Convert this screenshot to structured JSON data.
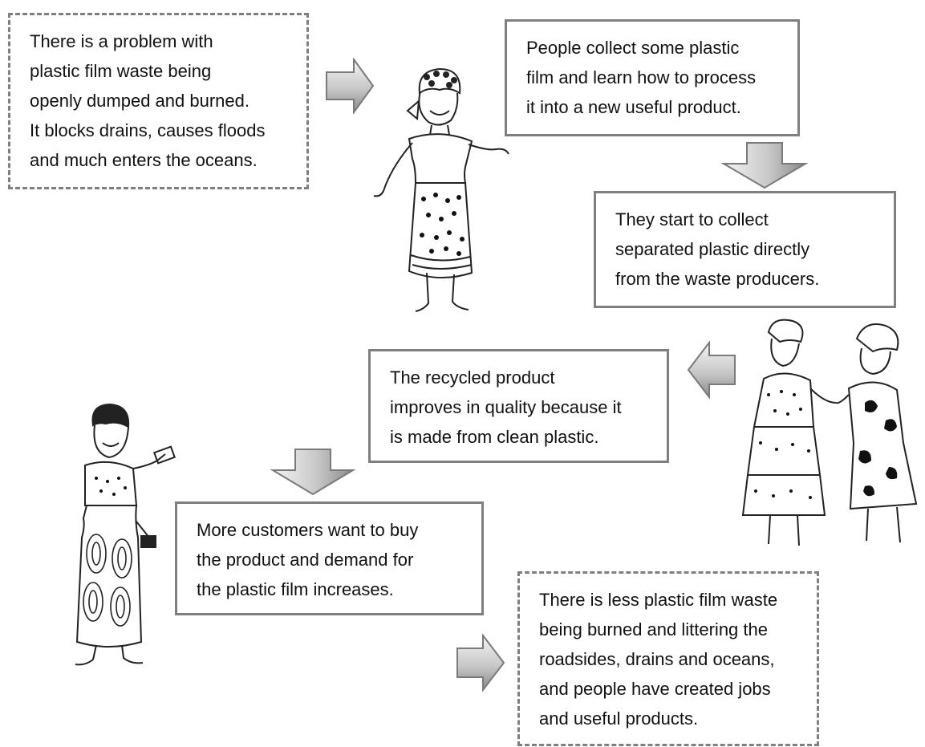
{
  "boxes": {
    "problem": {
      "lines": [
        "There is a problem with",
        "plastic film waste being",
        "openly dumped and burned.",
        "It blocks drains, causes floods",
        "and much enters the oceans."
      ]
    },
    "collect": {
      "lines": [
        "People collect some plastic",
        "film and learn how to process",
        "it into a new useful product."
      ]
    },
    "separate": {
      "lines": [
        "They start to collect",
        "separated plastic directly",
        "from the waste producers."
      ]
    },
    "quality": {
      "lines": [
        "The recycled product",
        "improves in quality because it",
        "is made from clean plastic."
      ]
    },
    "demand": {
      "lines": [
        "More customers want to buy",
        "the product and demand for",
        "the plastic film increases."
      ]
    },
    "outcome": {
      "lines": [
        "There is less plastic film waste",
        "being burned and littering the",
        "roadsides, drains and oceans,",
        "and people have created jobs",
        "and useful products."
      ]
    }
  },
  "colors": {
    "border": "#7f7f7f",
    "arrow_light": "#f2f2f2",
    "arrow_dark": "#8c8c8c",
    "text": "#111111"
  },
  "icons": {
    "arrow": "block-arrow-icon",
    "woman": "woman-illustration-icon",
    "pair": "two-women-handshake-icon",
    "buyer": "woman-with-money-icon"
  }
}
